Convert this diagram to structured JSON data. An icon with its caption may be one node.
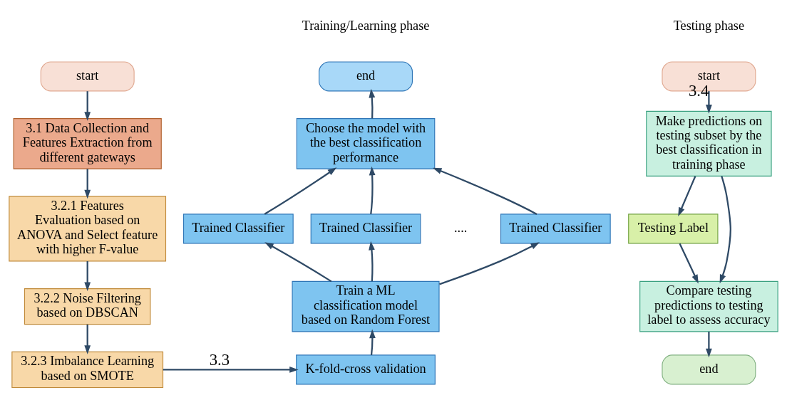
{
  "diagram": {
    "nodes": [
      {
        "text": [
          "start"
        ]
      },
      {
        "text": [
          "3.1 Data Collection and Features Extraction from different gateways"
        ]
      },
      {
        "text": [
          "3.2.1 Features Evaluation based on ANOVA and Select feature with higher F-value"
        ]
      },
      {
        "text": [
          "3.2.2 Noise Filtering based on DBSCAN"
        ]
      },
      {
        "text": [
          "3.2.3 Imbalance Learning based on SMOTE"
        ]
      },
      {
        "text": [
          "K-fold-cross validation"
        ]
      },
      {
        "text": [
          "Train a ML classification model based on Random Forest"
        ]
      },
      {
        "text": [
          "Trained Classifier"
        ]
      },
      {
        "text": [
          "Trained Classifier"
        ]
      },
      {
        "text": [
          "Trained Classifier"
        ]
      },
      {
        "text": [
          "Choose the model with the best classification performance"
        ]
      },
      {
        "text": [
          "end"
        ]
      },
      {
        "text": [
          "start"
        ]
      },
      {
        "text": [
          "Make predictions on testing subset by the best classification in training phase"
        ]
      },
      {
        "text": [
          "Testing Label"
        ]
      },
      {
        "text": [
          "Compare testing predictions to testing label to assess accuracy"
        ]
      },
      {
        "text": [
          "end"
        ]
      }
    ],
    "edges": [
      {
        "from": 0,
        "to": 1,
        "arrow": "to"
      },
      {
        "from": 1,
        "to": 2,
        "arrow": "to"
      },
      {
        "from": 2,
        "to": 3,
        "arrow": "to"
      },
      {
        "from": 3,
        "to": 4,
        "arrow": "to"
      },
      {
        "from": 4,
        "to": 5,
        "arrow": "to",
        "label": "3.3"
      },
      {
        "from": 5,
        "to": 6,
        "arrow": "to"
      },
      {
        "from": 6,
        "to": 7,
        "arrow": "to"
      },
      {
        "from": 6,
        "to": 8,
        "arrow": "to"
      },
      {
        "from": 6,
        "to": 9,
        "arrow": "to"
      },
      {
        "from": 7,
        "to": 10,
        "arrow": "to"
      },
      {
        "from": 8,
        "to": 10,
        "arrow": "to"
      },
      {
        "from": 9,
        "to": 10,
        "arrow": "to"
      },
      {
        "from": 10,
        "to": 11,
        "arrow": "to"
      },
      {
        "from": 12,
        "to": 13,
        "arrow": "to",
        "label": "3.4"
      },
      {
        "from": 13,
        "to": 14,
        "arrow": "to"
      },
      {
        "from": 13,
        "to": 15,
        "arrow": "to"
      },
      {
        "from": 14,
        "to": 15,
        "arrow": "to"
      },
      {
        "from": 15,
        "to": 16,
        "arrow": "to"
      }
    ],
    "labels": [
      "Training/Learning phase",
      "Testing phase",
      "...."
    ]
  }
}
